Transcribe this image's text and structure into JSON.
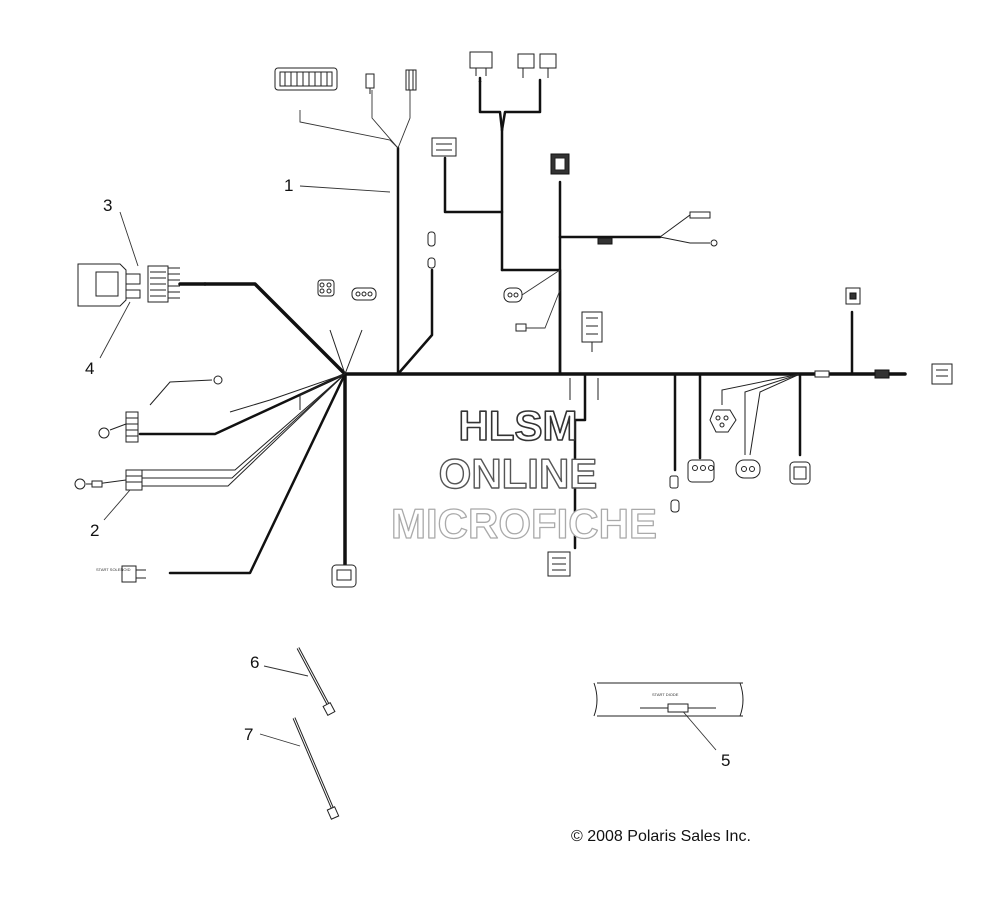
{
  "watermark": {
    "line1": "HLSM",
    "line2": "ONLINE",
    "line3": "MICROFICHE"
  },
  "callouts": [
    {
      "id": "1",
      "label": "1"
    },
    {
      "id": "2",
      "label": "2"
    },
    {
      "id": "3",
      "label": "3"
    },
    {
      "id": "4",
      "label": "4"
    },
    {
      "id": "5",
      "label": "5"
    },
    {
      "id": "6",
      "label": "6"
    },
    {
      "id": "7",
      "label": "7"
    }
  ],
  "copyright": "© 2008 Polaris Sales Inc.",
  "labels": {
    "start_diode": "START DIODE",
    "start_solenoid": "START SOLENOID"
  }
}
